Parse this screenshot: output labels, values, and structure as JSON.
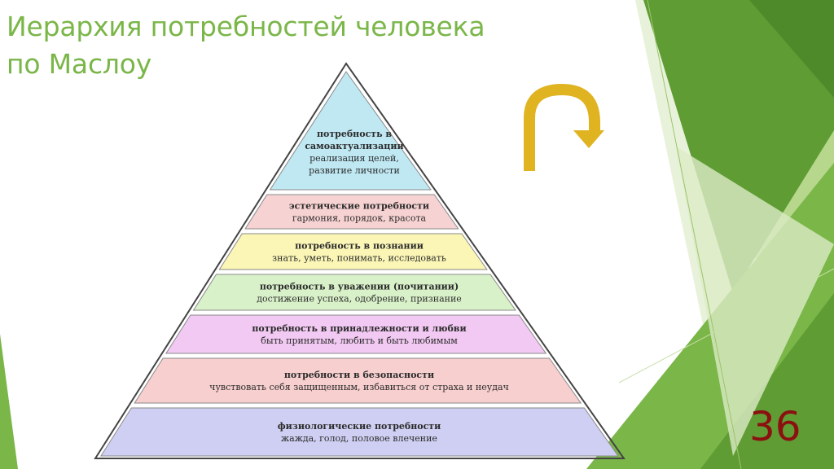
{
  "title": {
    "line1": "Иерархия потребностей человека",
    "line2": "по Маслоу"
  },
  "slide_number": "36",
  "colors": {
    "title": "#7ab648",
    "accent_green_dark": "#5f9c34",
    "accent_green_light": "#b6d78c",
    "arrow": "#e0b321",
    "slide_number": "#8b1010",
    "pyramid_outline": "#444444"
  },
  "icons": {
    "turn_arrow": "u-turn-arrow-icon"
  },
  "pyramid": {
    "levels": [
      {
        "lines": [
          {
            "text": "потребность в",
            "bold": true
          },
          {
            "text": "самоактуализации",
            "bold": true
          },
          {
            "text": "реализация целей,",
            "bold": false
          },
          {
            "text": "развитие личности",
            "bold": false
          }
        ],
        "color": "#bfe8f3"
      },
      {
        "lines": [
          {
            "text": "эстетические потребности",
            "bold": true
          },
          {
            "text": "гармония, порядок, красота",
            "bold": false
          }
        ],
        "color": "#f7d2d2"
      },
      {
        "lines": [
          {
            "text": "потребность в познании",
            "bold": true
          },
          {
            "text": "знать, уметь, понимать, исследовать",
            "bold": false
          }
        ],
        "color": "#fbf6b6"
      },
      {
        "lines": [
          {
            "text": "потребность в уважении (почитании)",
            "bold": true
          },
          {
            "text": "достижение успеха, одобрение, признание",
            "bold": false
          }
        ],
        "color": "#d9f1c9"
      },
      {
        "lines": [
          {
            "text": "потребность в принадлежности и любви",
            "bold": true
          },
          {
            "text": "быть принятым, любить и быть любимым",
            "bold": false
          }
        ],
        "color": "#f2c9f2"
      },
      {
        "lines": [
          {
            "text": "потребности в безопасности",
            "bold": true
          },
          {
            "text": "чувствовать себя защищенным,  избавиться от страха и неудач",
            "bold": false
          }
        ],
        "color": "#f8cfcf"
      },
      {
        "lines": [
          {
            "text": "физиологические потребности",
            "bold": true
          },
          {
            "text": "жажда, голод, половое влечение",
            "bold": false
          }
        ],
        "color": "#cfcff3"
      }
    ]
  }
}
